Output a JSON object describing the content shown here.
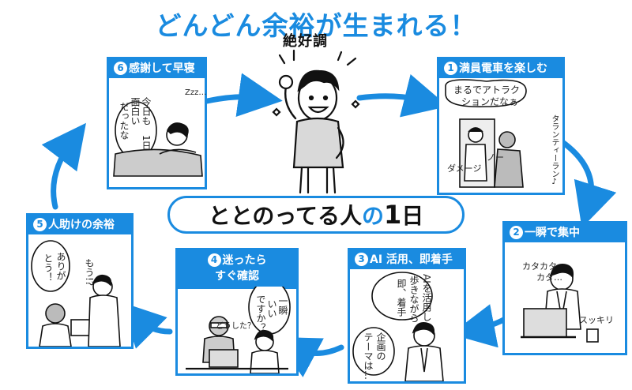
{
  "title": "どんどん余裕が生まれる！",
  "center": {
    "caption": "絶好調",
    "band_text": "ととのってる人",
    "band_accent": "の",
    "band_number": "1",
    "band_tail": "日"
  },
  "panels": [
    {
      "num": "1",
      "label": "満員電車を楽しむ",
      "bubbles": [
        "まるでアトラク",
        "ションだなぁ"
      ],
      "side_texts": [
        "タランティーラン♪",
        "ダメージ",
        "ノー"
      ]
    },
    {
      "num": "2",
      "label": "一瞬で集中",
      "bubbles": [],
      "side_texts": [
        "カタカタ",
        "カタ…",
        "スッキリ"
      ]
    },
    {
      "num": "3",
      "label": "AI 活用、即着手",
      "bubbles": [
        "AIを活用し",
        "歩きながら",
        "即、着手",
        "企画の",
        "テーマは…"
      ],
      "side_texts": []
    },
    {
      "num": "4",
      "label": "迷ったら",
      "label2": "すぐ確認",
      "bubbles": [
        "一瞬",
        "いい",
        "ですか？"
      ],
      "side_texts": [
        "どうした？"
      ]
    },
    {
      "num": "5",
      "label": "人助けの余裕",
      "bubbles": [
        "ありが",
        "とう！",
        "もう!?"
      ],
      "side_texts": []
    },
    {
      "num": "6",
      "label": "感謝して早寝",
      "bubbles": [
        "今日も",
        "面白い",
        "1日",
        "だったな"
      ],
      "side_texts": [
        "Zzz…"
      ]
    }
  ],
  "colors": {
    "accent": "#1a8be0",
    "ink": "#111111"
  }
}
